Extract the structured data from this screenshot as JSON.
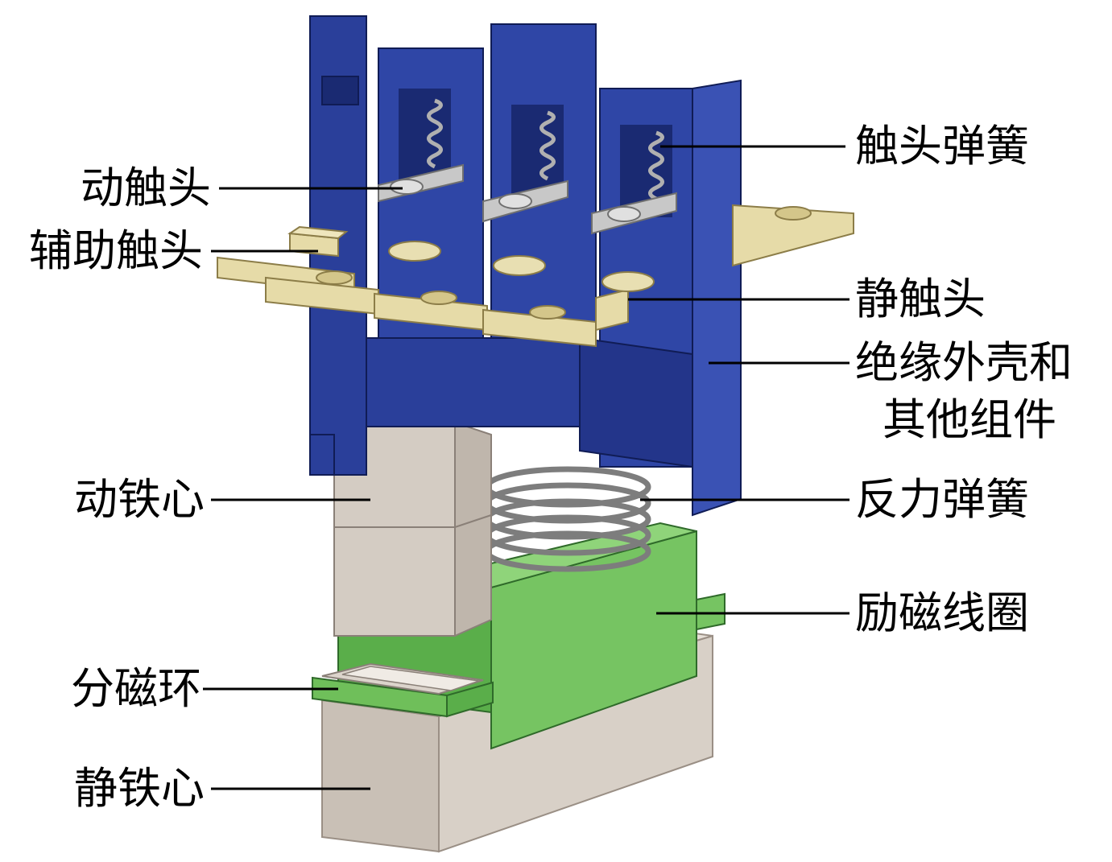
{
  "colors": {
    "housing": "#2a3f9a",
    "housing_dark": "#1a2a72",
    "housing_light": "#4a64c0",
    "contact": "#e6dba8",
    "contact_dark": "#b8a870",
    "iron": "#dcd4cc",
    "iron_dark": "#a89e94",
    "coil": "#6fbf5a",
    "coil_dark": "#3f8a38",
    "spring": "#8a8a8a",
    "leader": "#000000"
  },
  "labels": {
    "moving_contact": "动触头",
    "auxiliary_contact": "辅助触头",
    "moving_core": "动铁心",
    "shading_ring": "分磁环",
    "static_core": "静铁心",
    "contact_spring": "触头弹簧",
    "static_contact": "静触头",
    "housing_line1": "绝缘外壳和",
    "housing_line2": "其他组件",
    "reaction_spring": "反力弹簧",
    "excitation_coil": "励磁线圈"
  }
}
